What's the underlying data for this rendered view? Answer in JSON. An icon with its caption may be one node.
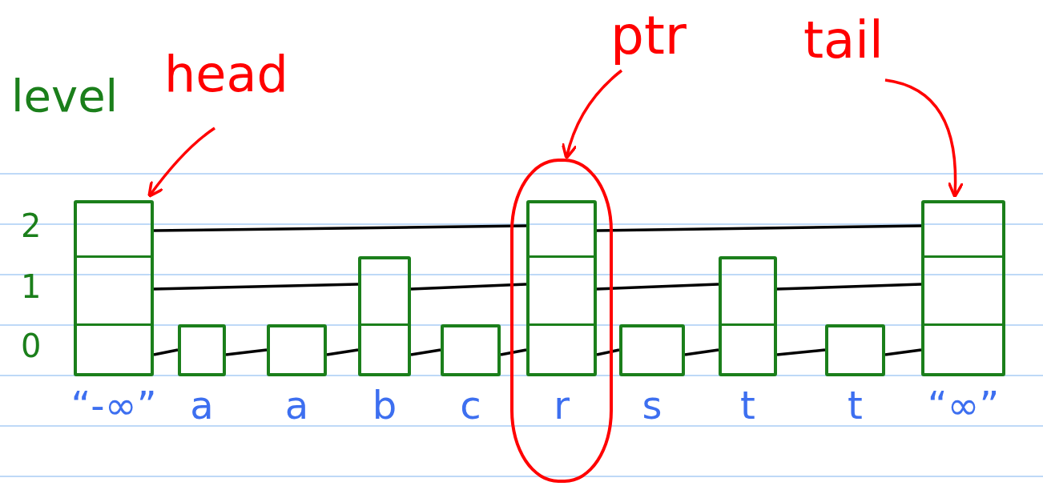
{
  "diagram": {
    "nodes": [
      {
        "text": [
          "head"
        ]
      },
      {
        "text": [
          "ptr"
        ]
      },
      {
        "text": [
          "tail"
        ]
      },
      {
        "text": [
          "“-∞”"
        ]
      },
      {
        "text": [
          "a"
        ]
      },
      {
        "text": [
          "a"
        ]
      },
      {
        "text": [
          "b"
        ]
      },
      {
        "text": [
          "c"
        ]
      },
      {
        "text": [],
        "shape": "oval"
      },
      {
        "text": [
          "r"
        ],
        "in": 8
      },
      {
        "text": [
          "s"
        ]
      },
      {
        "text": [
          "t"
        ]
      },
      {
        "text": [
          "t"
        ]
      },
      {
        "text": [
          "“∞”"
        ]
      }
    ],
    "edges": [
      {
        "from": 3,
        "to": 9,
        "arrow": "none"
      },
      {
        "from": 9,
        "to": 13,
        "arrow": "none"
      },
      {
        "from": 3,
        "to": 6,
        "arrow": "none"
      },
      {
        "from": 6,
        "to": 9,
        "arrow": "none"
      },
      {
        "from": 9,
        "to": 11,
        "arrow": "none"
      },
      {
        "from": 11,
        "to": 13,
        "arrow": "none"
      },
      {
        "from": 3,
        "to": 4,
        "arrow": "none"
      },
      {
        "from": 4,
        "to": 5,
        "arrow": "none"
      },
      {
        "from": 5,
        "to": 6,
        "arrow": "none"
      },
      {
        "from": 6,
        "to": 7,
        "arrow": "none"
      },
      {
        "from": 7,
        "to": 9,
        "arrow": "none"
      },
      {
        "from": 9,
        "to": 10,
        "arrow": "none"
      },
      {
        "from": 10,
        "to": 11,
        "arrow": "none"
      },
      {
        "from": 11,
        "to": 12,
        "arrow": "none"
      },
      {
        "from": 12,
        "to": 13,
        "arrow": "none"
      },
      {
        "from": 0,
        "to": 3,
        "arrow": "to",
        "color": "#ff0000"
      },
      {
        "from": 1,
        "to": 8,
        "arrow": "to",
        "color": "#ff0000"
      },
      {
        "from": 2,
        "to": 13,
        "arrow": "to",
        "color": "#ff0000"
      }
    ],
    "labels": [
      "level",
      "2",
      "1",
      "0"
    ]
  }
}
